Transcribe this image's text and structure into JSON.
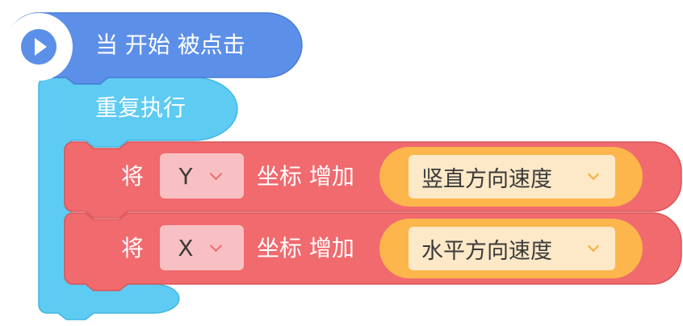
{
  "hat_block": {
    "label": "当 开始 被点击",
    "color": "#5c8fe8",
    "icon": "play-icon"
  },
  "forever_block": {
    "label": "重复执行",
    "color": "#5ecbf3"
  },
  "change_blocks": [
    {
      "prefix": "将",
      "property": "Y",
      "middle": "坐标 增加",
      "value": "竖直方向速度"
    },
    {
      "prefix": "将",
      "property": "X",
      "middle": "坐标 增加",
      "value": "水平方向速度"
    }
  ],
  "colors": {
    "motion_red": "#f06a6e",
    "reporter_orange": "#fdb64b",
    "reporter_inner": "#fde8c7"
  }
}
